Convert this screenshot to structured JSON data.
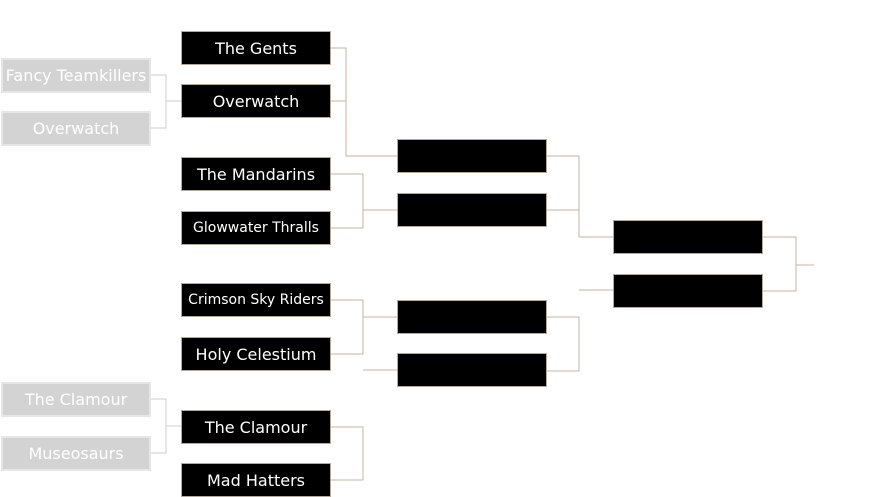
{
  "bracket": {
    "play_in": {
      "top": [
        "Fancy Teamkillers",
        "Overwatch"
      ],
      "bottom": [
        "The Clamour",
        "Museosaurs"
      ]
    },
    "round1": [
      "The Gents",
      "Overwatch",
      "The Mandarins",
      "Glowwater Thralls",
      "Crimson Sky Riders",
      "Holy Celestium",
      "The Clamour",
      "Mad Hatters"
    ],
    "round2": [
      "",
      "",
      "",
      ""
    ],
    "round3": [
      "",
      ""
    ]
  },
  "colors": {
    "slot_fill": "#000000",
    "slot_border": "#b8a898",
    "connector": "#c4b3a3",
    "play_in_fill": "#d3d3d3",
    "play_in_border": "#e6e6e6"
  }
}
